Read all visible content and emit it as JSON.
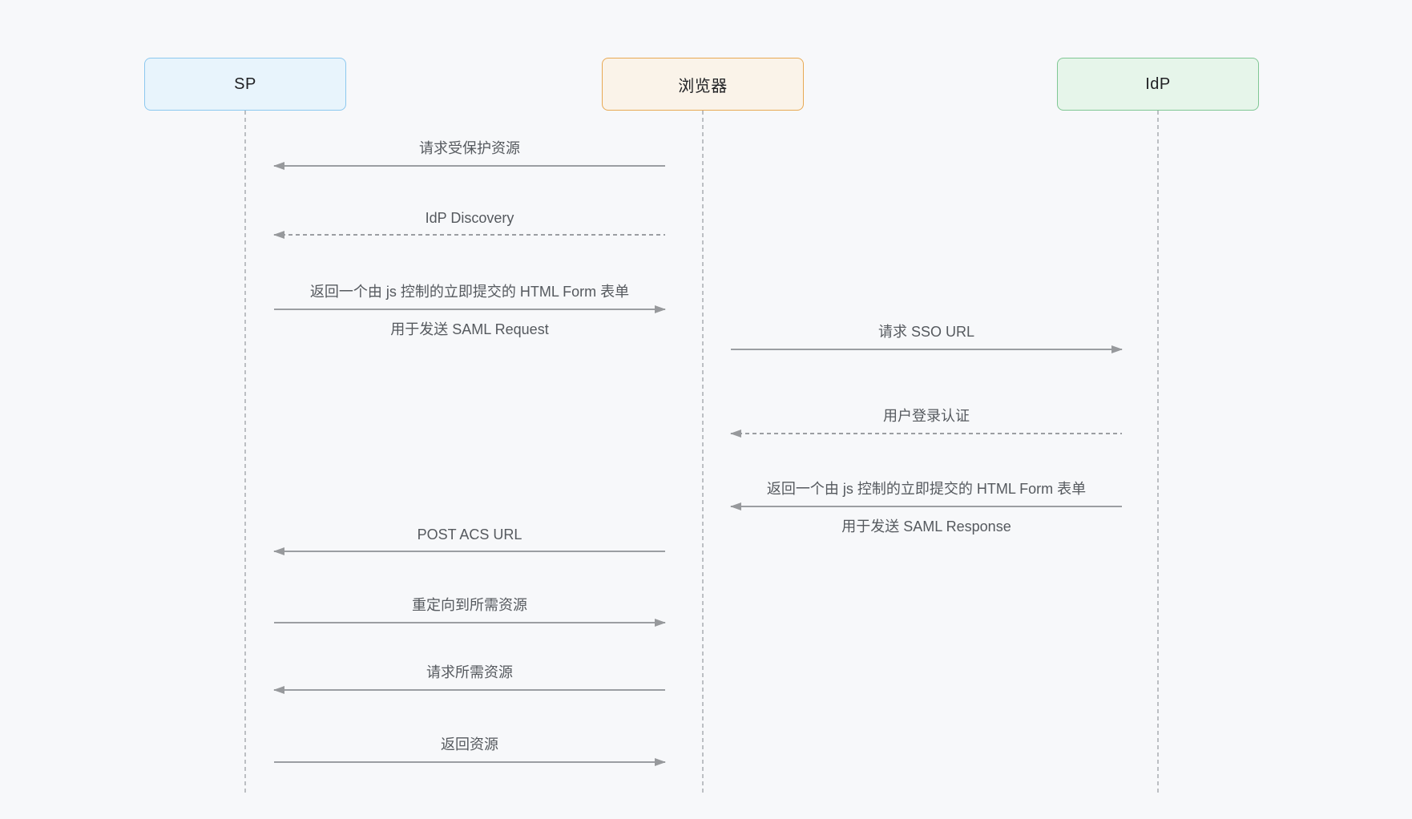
{
  "diagram_type": "sequence-diagram",
  "colors": {
    "background": "#f7f8fa",
    "message_line": "#9b9ea2",
    "lifeline": "#bcbfc3",
    "message_text": "#55595e",
    "actor_text": "#202124",
    "sp_fill": "#e8f4fc",
    "sp_border": "#8cc8ef",
    "browser_fill": "#faf3e9",
    "browser_border": "#e8a953",
    "idp_fill": "#e6f5ea",
    "idp_border": "#80c794"
  },
  "actors": [
    {
      "id": "sp",
      "label": "SP",
      "fill": "#e8f4fc",
      "border": "#8cc8ef"
    },
    {
      "id": "browser",
      "label": "浏览器",
      "fill": "#faf3e9",
      "border": "#e8a953"
    },
    {
      "id": "idp",
      "label": "IdP",
      "fill": "#e6f5ea",
      "border": "#80c794"
    }
  ],
  "messages": [
    {
      "from": "browser",
      "to": "sp",
      "style": "solid",
      "label": "请求受保护资源"
    },
    {
      "from": "browser",
      "to": "sp",
      "style": "dashed",
      "label": "IdP Discovery"
    },
    {
      "from": "sp",
      "to": "browser",
      "style": "solid",
      "label": "返回一个由 js 控制的立即提交的 HTML Form 表单",
      "label2": "用于发送 SAML Request"
    },
    {
      "from": "browser",
      "to": "idp",
      "style": "solid",
      "label": "请求 SSO URL"
    },
    {
      "from": "idp",
      "to": "browser",
      "style": "dashed",
      "label": "用户登录认证"
    },
    {
      "from": "idp",
      "to": "browser",
      "style": "solid",
      "label": "返回一个由 js 控制的立即提交的 HTML Form 表单",
      "label2": "用于发送 SAML Response"
    },
    {
      "from": "browser",
      "to": "sp",
      "style": "solid",
      "label": "POST ACS URL"
    },
    {
      "from": "sp",
      "to": "browser",
      "style": "solid",
      "label": "重定向到所需资源"
    },
    {
      "from": "browser",
      "to": "sp",
      "style": "solid",
      "label": "请求所需资源"
    },
    {
      "from": "sp",
      "to": "browser",
      "style": "solid",
      "label": "返回资源"
    }
  ]
}
